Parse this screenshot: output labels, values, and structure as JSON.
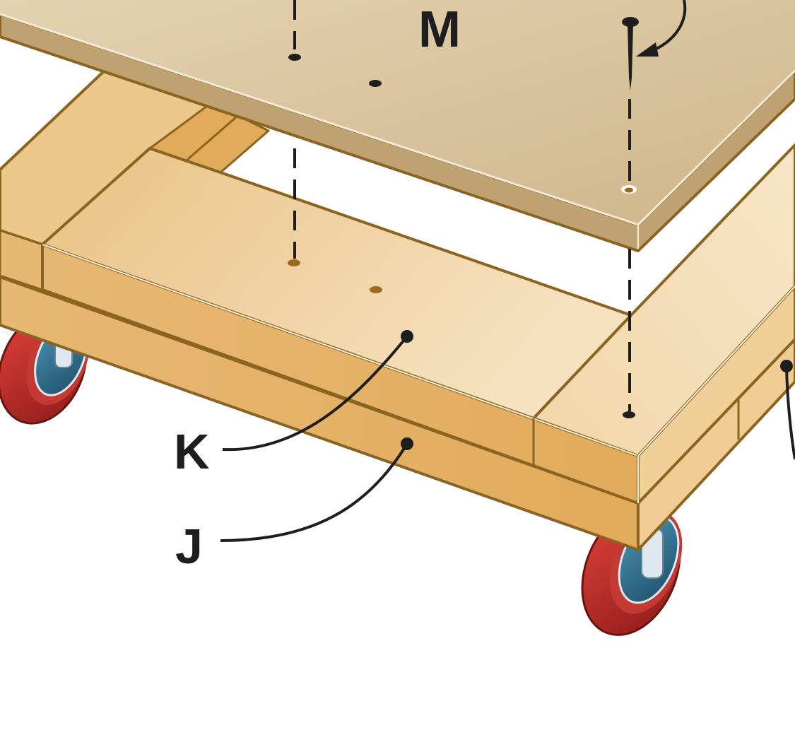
{
  "diagram": {
    "labels": {
      "m": "M",
      "k": "K",
      "j": "J"
    }
  },
  "colors": {
    "plywood_top": "#d8c29e",
    "plywood_edge": "#bfa271",
    "frame_face": "#edcf9a",
    "frame_side": "#e4b267",
    "frame_outline": "#8a6420",
    "caster_tire": "#d2312c",
    "caster_hub": "#2f6f8f",
    "leader_line": "#1e1e1e"
  }
}
